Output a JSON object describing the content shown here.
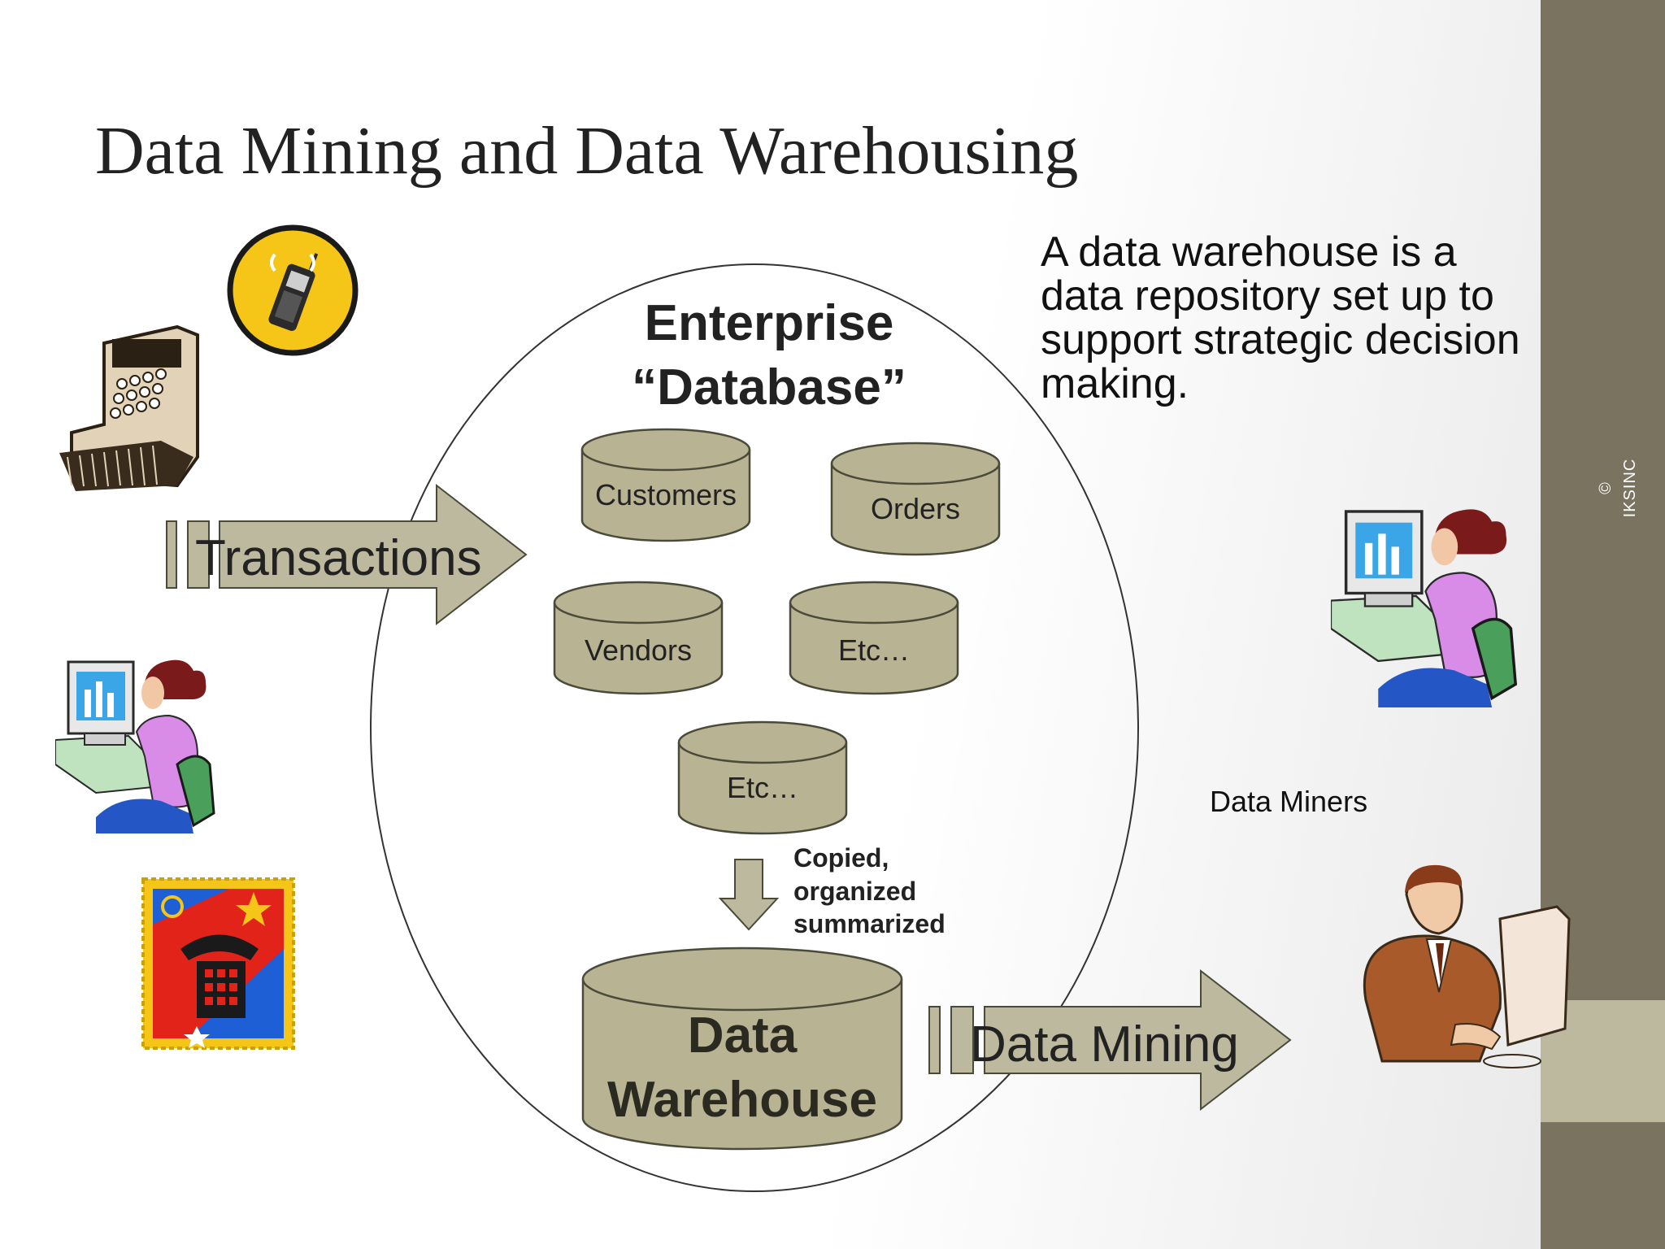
{
  "slide": {
    "title": "Data Mining and Data Warehousing",
    "description": "A data warehouse is a data repository set up to support strategic decision making.",
    "copyright": "© IKSINC"
  },
  "diagram": {
    "enterprise_title_line1": "Enterprise",
    "enterprise_title_line2": "“Database”",
    "databases": [
      "Customers",
      "Orders",
      "Vendors",
      "Etc…",
      "Etc…"
    ],
    "copy_note": [
      "Copied,",
      "organized",
      "summarized"
    ],
    "warehouse_line1": "Data",
    "warehouse_line2": "Warehouse",
    "transactions_label": "Transactions",
    "data_mining_label": "Data Mining",
    "data_miners_label": "Data Miners"
  },
  "colors": {
    "cylinder_fill": "#b8b493",
    "arrow_fill": "#bdb99e",
    "sidebar": "#7a735f",
    "sidebar_band": "#bdb99e"
  },
  "icons": [
    "cash-register-icon",
    "cell-phone-icon",
    "woman-at-computer-icon",
    "telephone-stamp-icon",
    "man-at-computer-icon"
  ]
}
